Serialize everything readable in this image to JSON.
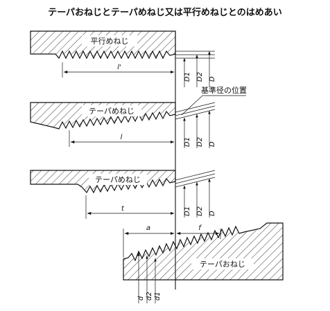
{
  "title": "テーパおねじとテーパめねじ又は平行めねじとのはめあい",
  "panel1": {
    "label": "平行めねじ",
    "len": "l'",
    "d1": "D1",
    "d2": "D2",
    "d": "D"
  },
  "panel2": {
    "label": "テーパめねじ",
    "len": "l",
    "d1": "D1",
    "d2": "D2",
    "d": "D",
    "callout": "基準径の位置"
  },
  "panel3": {
    "label": "テーパめねじ",
    "len": "t",
    "d1": "D1",
    "d2": "D2",
    "d": "D"
  },
  "panel4": {
    "label": "テーパおねじ",
    "a": "a",
    "f": "f",
    "d": "d",
    "d2": "d2",
    "d1": "d1"
  }
}
